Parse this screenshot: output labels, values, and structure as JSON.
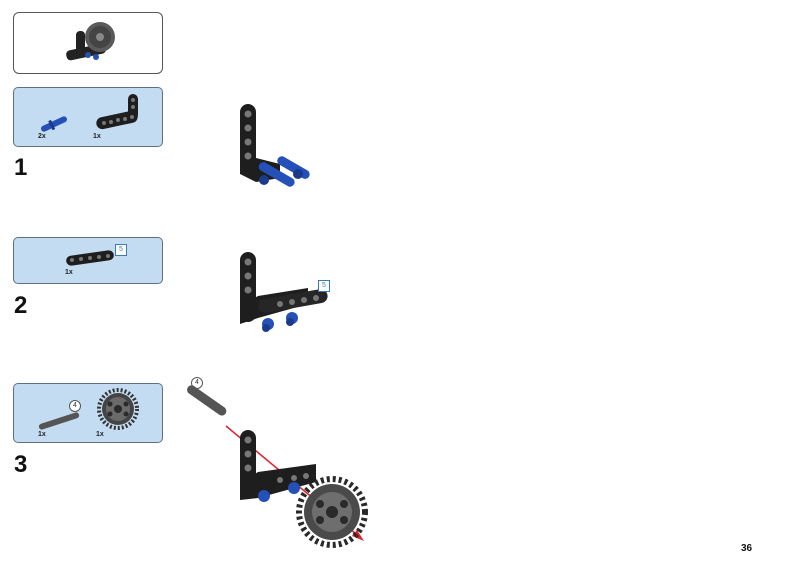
{
  "page": {
    "number": "36"
  },
  "colors": {
    "parts_box_fill": "#c3dcf2",
    "beam_black": "#1e1e1e",
    "pin_blue": "#2450b8",
    "axle_gray": "#555555",
    "arrow_red": "#e0202c"
  },
  "steps": [
    {
      "number": "1",
      "parts": [
        {
          "qty": "2x",
          "icon": "blue-pin-icon"
        },
        {
          "qty": "1x",
          "icon": "angled-beam-icon"
        }
      ]
    },
    {
      "number": "2",
      "parts": [
        {
          "qty": "1x",
          "icon": "straight-beam-icon",
          "length": "5"
        }
      ],
      "callout_length": "5"
    },
    {
      "number": "3",
      "parts": [
        {
          "qty": "1x",
          "icon": "axle-icon",
          "length": "4"
        },
        {
          "qty": "1x",
          "icon": "gear-icon"
        }
      ],
      "callout_length": "4"
    }
  ]
}
